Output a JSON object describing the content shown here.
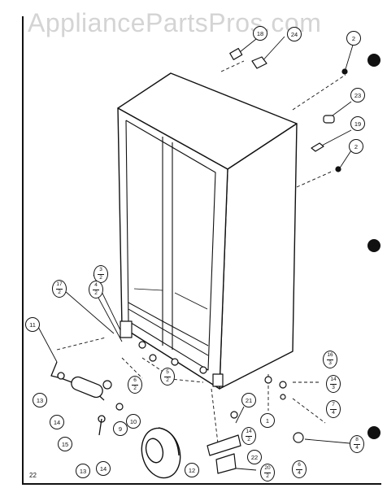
{
  "watermark": "AppliancePartsPros.com",
  "page_number": "22",
  "callouts": {
    "c18": "18",
    "c24": "24",
    "c2a": "2",
    "c23": "23",
    "c19": "19",
    "c2b": "2",
    "c11": "11",
    "c13a": "13",
    "c14a": "14",
    "c15": "15",
    "c13b": "13",
    "c14b": "14",
    "c9": "9",
    "c10": "10",
    "c12": "12",
    "c21": "21",
    "c22": "22",
    "c1": "1"
  },
  "fractions": {
    "f3_2": {
      "num": "3",
      "den": "2"
    },
    "f4_2": {
      "num": "4",
      "den": "2"
    },
    "f17_2": {
      "num": "17",
      "den": "2"
    },
    "f6_2": {
      "num": "6",
      "den": "2"
    },
    "f5_2": {
      "num": "5",
      "den": "2"
    },
    "f16_3": {
      "num": "16",
      "den": "3"
    },
    "f14_3": {
      "num": "14",
      "den": "3"
    },
    "f7_4": {
      "num": "7",
      "den": "4"
    },
    "f6_4": {
      "num": "6",
      "den": "4"
    },
    "f8_4": {
      "num": "8",
      "den": "4"
    },
    "f14_2": {
      "num": "14",
      "den": "2"
    },
    "f20_2": {
      "num": "20",
      "den": "2"
    }
  }
}
